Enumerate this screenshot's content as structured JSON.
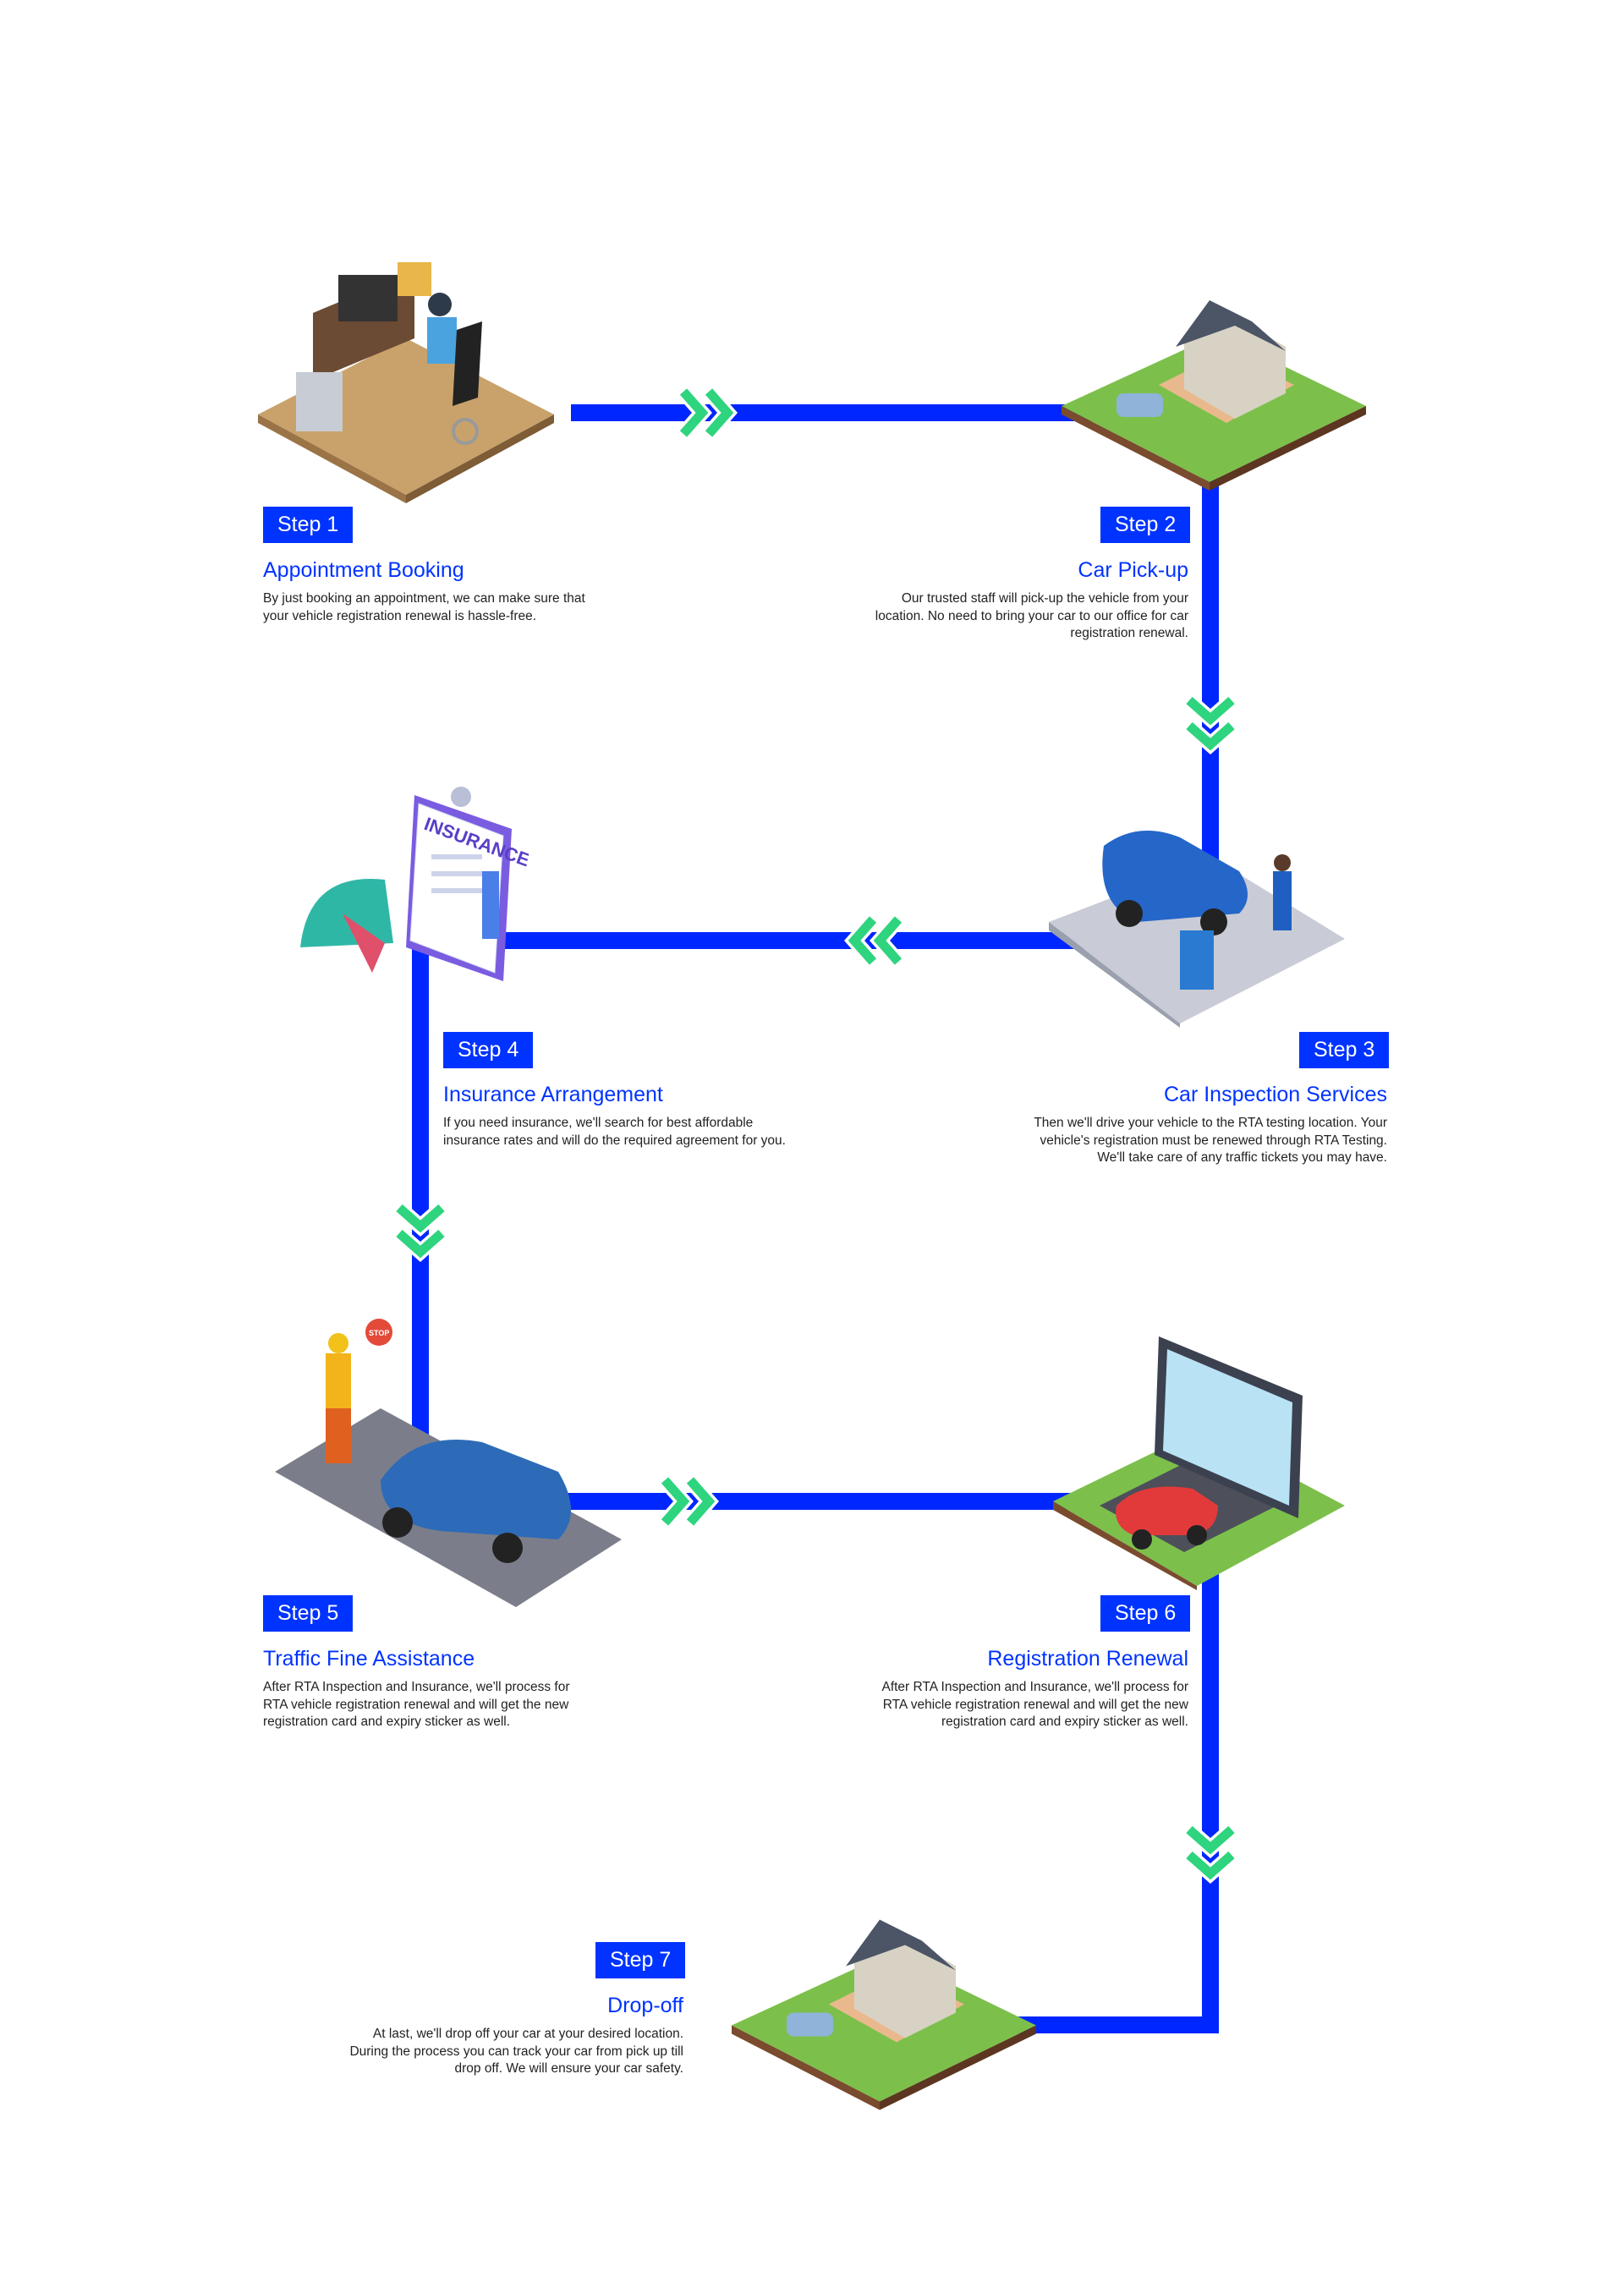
{
  "colors": {
    "line": "#0026ff",
    "badge": "#0033ff",
    "chevron": "#2ed47e",
    "title": "#0033ff"
  },
  "steps": [
    {
      "badge": "Step 1",
      "title": "Appointment Booking",
      "text": "By just booking an appointment, we can make sure that your vehicle registration renewal is hassle-free.",
      "illustration": "desk-computer-user"
    },
    {
      "badge": "Step 2",
      "title": "Car Pick-up",
      "text": "Our trusted staff will pick-up the vehicle from your location. No need to bring your car to our office for car registration renewal.",
      "illustration": "house-with-car"
    },
    {
      "badge": "Step 3",
      "title": "Car Inspection Services",
      "text": "Then we'll drive your vehicle to the RTA testing location. Your vehicle's registration must be renewed through RTA Testing. We'll take care of any traffic tickets you may have.",
      "illustration": "mechanic-inspecting-car"
    },
    {
      "badge": "Step 4",
      "title": "Insurance Arrangement",
      "text": "If you need insurance, we'll search for best affordable insurance rates and will do the required agreement for you.",
      "illustration": "insurance-clipboard-umbrella",
      "illustration_text": "INSURANCE"
    },
    {
      "badge": "Step 5",
      "title": "Traffic Fine Assistance",
      "text": "After RTA Inspection and Insurance, we'll process for RTA vehicle registration renewal and will get the new registration card and expiry sticker as well.",
      "illustration": "traffic-officer-stop-sign-car",
      "illustration_text": "STOP"
    },
    {
      "badge": "Step 6",
      "title": "Registration Renewal",
      "text": "After RTA Inspection and Insurance, we'll process for RTA vehicle registration renewal and will get the new registration card and expiry sticker as well.",
      "illustration": "map-billboard-car"
    },
    {
      "badge": "Step 7",
      "title": "Drop-off",
      "text": "At last, we'll drop off your car at your desired location. During the process you can track your car from pick up till drop off. We will ensure your car safety.",
      "illustration": "house-with-car"
    }
  ]
}
